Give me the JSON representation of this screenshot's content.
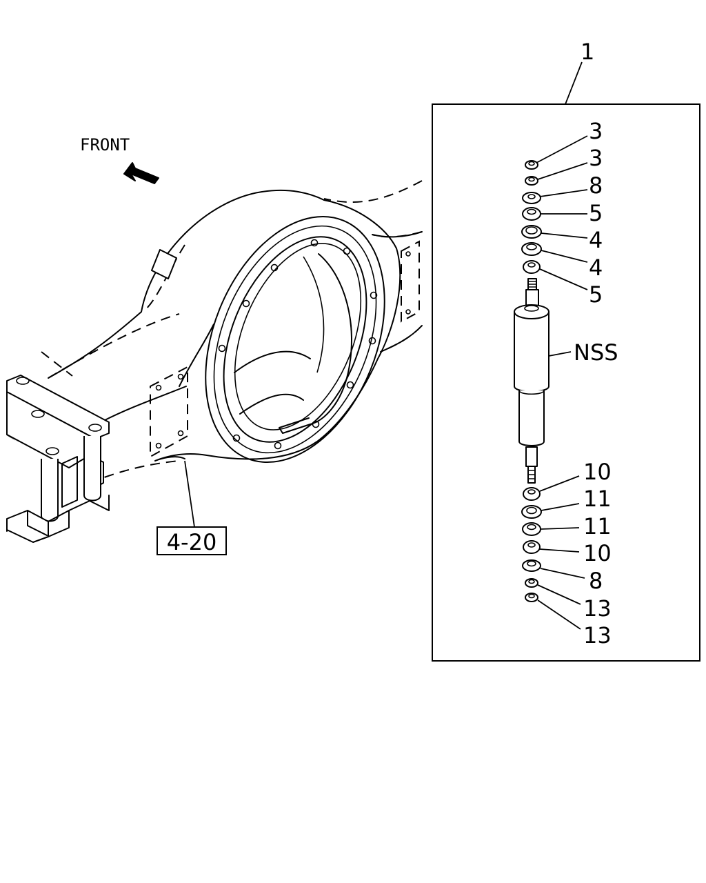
{
  "front_label": "FRONT",
  "reference_box": "4-20",
  "assembly_callout": "1",
  "shock_absorber_label": "NSS",
  "upper_parts": [
    "3",
    "3",
    "8",
    "5",
    "4",
    "4",
    "5"
  ],
  "lower_parts": [
    "10",
    "11",
    "11",
    "10",
    "8",
    "13",
    "13"
  ]
}
